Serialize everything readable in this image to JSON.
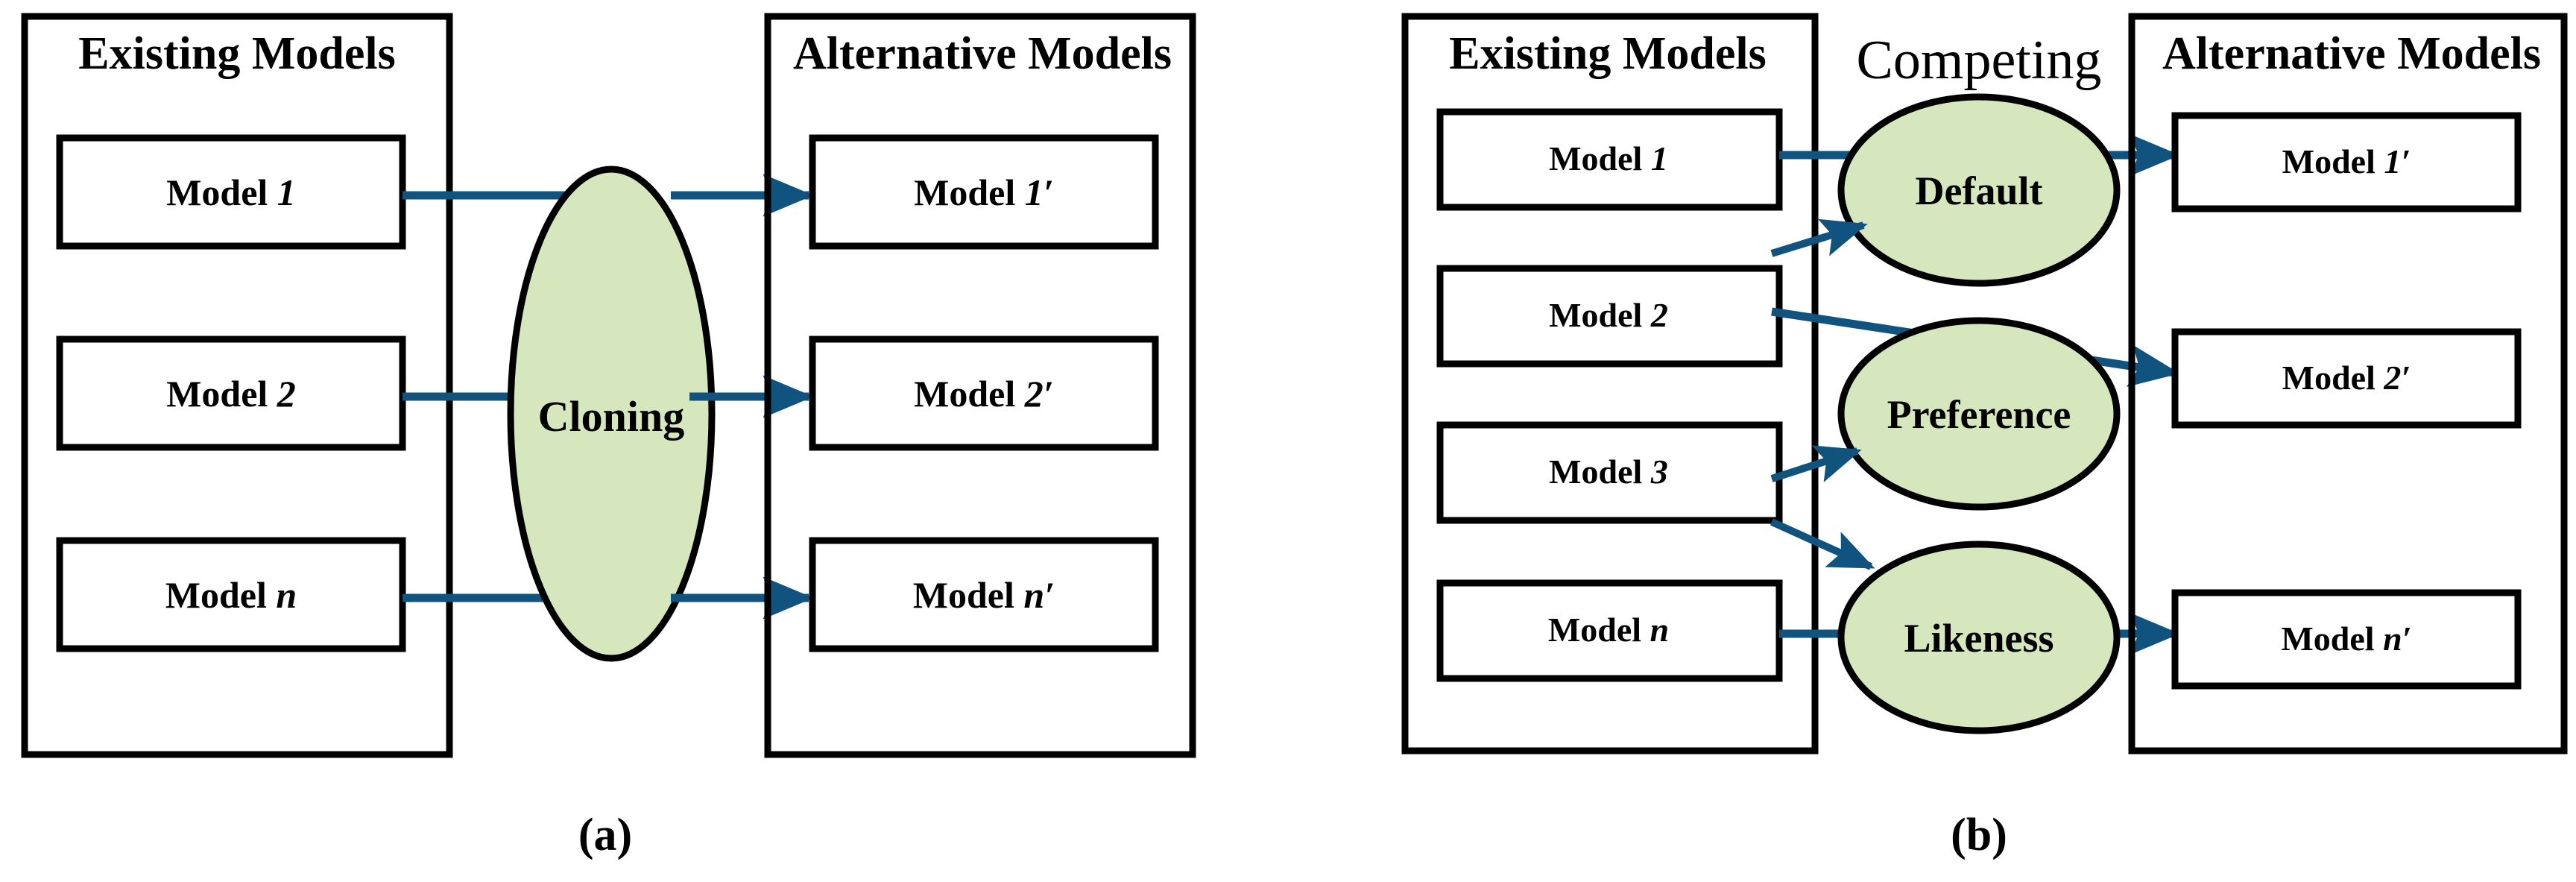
{
  "figure": {
    "panels": [
      {
        "caption": "(a)",
        "left_group": {
          "title": "Existing Models",
          "items": [
            {
              "prefix": "Model ",
              "symbol": "1"
            },
            {
              "prefix": "Model ",
              "symbol": "2"
            },
            {
              "prefix": "Model ",
              "symbol": "n"
            }
          ]
        },
        "process": {
          "labels": [
            {
              "text": "Cloning"
            }
          ]
        },
        "right_group": {
          "title": "Alternative Models",
          "items": [
            {
              "prefix": "Model ",
              "symbol": "1′"
            },
            {
              "prefix": "Model ",
              "symbol": "2′"
            },
            {
              "prefix": "Model ",
              "symbol": "n′"
            }
          ]
        }
      },
      {
        "caption": "(b)",
        "left_group": {
          "title": "Existing Models",
          "items": [
            {
              "prefix": "Model ",
              "symbol": "1"
            },
            {
              "prefix": "Model ",
              "symbol": "2"
            },
            {
              "prefix": "Model ",
              "symbol": "3"
            },
            {
              "prefix": "Model ",
              "symbol": "n"
            }
          ]
        },
        "process": {
          "title": "Competing",
          "labels": [
            {
              "text": "Default"
            },
            {
              "text": "Preference"
            },
            {
              "text": "Likeness"
            }
          ]
        },
        "right_group": {
          "title": "Alternative Models",
          "items": [
            {
              "prefix": "Model ",
              "symbol": "1′"
            },
            {
              "prefix": "Model ",
              "symbol": "2′"
            },
            {
              "prefix": "Model ",
              "symbol": "n′"
            }
          ]
        }
      }
    ]
  },
  "colors": {
    "ellipse_fill": "#d6e6bd",
    "connector": "#10537f",
    "stroke": "#000000",
    "background": "#ffffff"
  }
}
